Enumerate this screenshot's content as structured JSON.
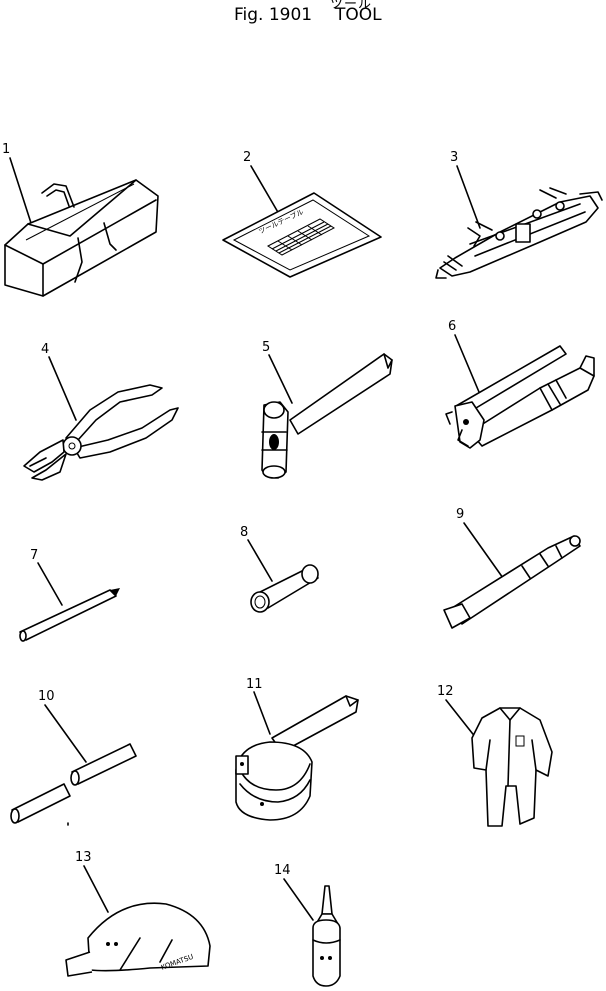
{
  "header": {
    "japanese_title": "ツール",
    "figure_label": "Fig. 1901",
    "title": "TOOL"
  },
  "card_text": "ツールテーブル",
  "cap_text": "KOMATSU",
  "items": [
    {
      "number": "1"
    },
    {
      "number": "2"
    },
    {
      "number": "3"
    },
    {
      "number": "4"
    },
    {
      "number": "5"
    },
    {
      "number": "6"
    },
    {
      "number": "7"
    },
    {
      "number": "8"
    },
    {
      "number": "9"
    },
    {
      "number": "10"
    },
    {
      "number": "11"
    },
    {
      "number": "12"
    },
    {
      "number": "13"
    },
    {
      "number": "14"
    }
  ]
}
